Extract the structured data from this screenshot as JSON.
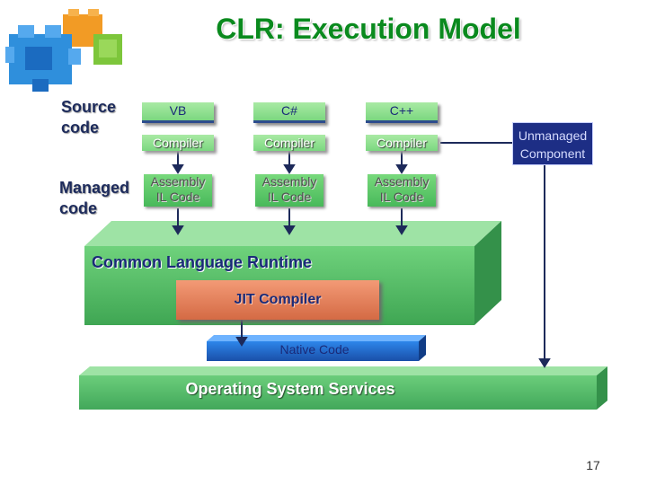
{
  "slide": {
    "title": "CLR: Execution Model",
    "page_number": "17"
  },
  "labels": {
    "source_code": [
      "Source",
      "code"
    ],
    "managed_code": [
      "Managed",
      "code"
    ]
  },
  "languages": [
    {
      "source": "VB",
      "compiler": "Compiler",
      "assembly": [
        "Assembly",
        "IL Code"
      ]
    },
    {
      "source": "C#",
      "compiler": "Compiler",
      "assembly": [
        "Assembly",
        "IL Code"
      ]
    },
    {
      "source": "C++",
      "compiler": "Compiler",
      "assembly": [
        "Assembly",
        "IL Code"
      ]
    }
  ],
  "unmanaged_component": [
    "Unmanaged",
    "Component"
  ],
  "runtime": {
    "clr_label": "Common Language Runtime",
    "jit_label": "JIT Compiler",
    "native_label": "Native Code",
    "os_label": "Operating System Services"
  },
  "colors": {
    "title": "#0a8a1e",
    "source_box": "#a9eaa4",
    "assembly_box": "#5fca6b",
    "clr_front": "#58c06c",
    "jit_box": "#e5825c",
    "native_front": "#1f6ad1",
    "os_front": "#58c06c",
    "unmanaged_box": "#1d2e85"
  },
  "icon": "puzzle-cubes-icon"
}
